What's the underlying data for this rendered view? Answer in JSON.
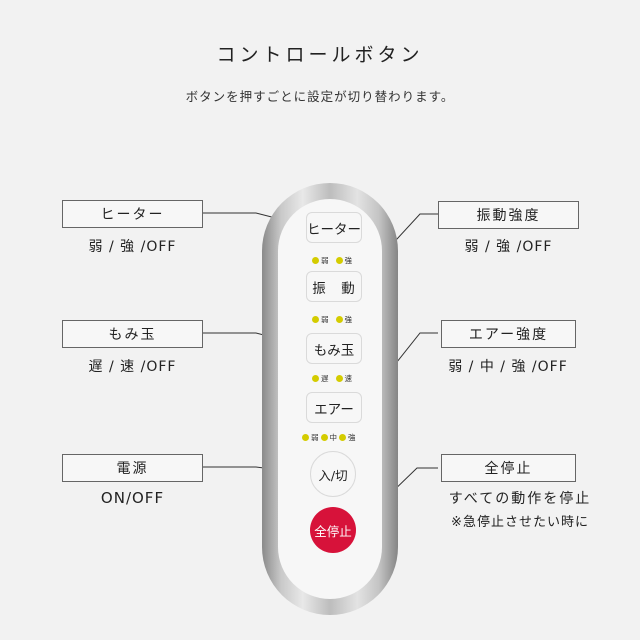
{
  "header": {
    "title": "コントロールボタン",
    "subtitle": "ボタンを押すごとに設定が切り替わります。"
  },
  "remote": {
    "buttons": [
      {
        "id": "heater",
        "label": "ヒーター"
      },
      {
        "id": "vibration",
        "label": "振　動"
      },
      {
        "id": "massage-ball",
        "label": "もみ玉"
      },
      {
        "id": "air",
        "label": "エアー"
      },
      {
        "id": "power",
        "label": "入/切"
      },
      {
        "id": "emergency-stop",
        "label": "全停止"
      }
    ],
    "indicators": {
      "heater": [
        "弱",
        "強"
      ],
      "vibration": [
        "弱",
        "強"
      ],
      "massage_ball": [
        "遅",
        "速"
      ],
      "air": [
        "弱",
        "中",
        "強"
      ]
    },
    "colors": {
      "led": "#d4cc00",
      "stop_button": "#d7123a",
      "frame": "#b0b0b0"
    }
  },
  "callouts": {
    "heater": {
      "label": "ヒーター",
      "desc": "弱 / 強 /OFF"
    },
    "vibration": {
      "label": "振動強度",
      "desc": "弱 / 強 /OFF"
    },
    "massage_ball": {
      "label": "もみ玉",
      "desc": "遅 / 速 /OFF"
    },
    "air": {
      "label": "エアー強度",
      "desc": "弱 / 中 / 強 /OFF"
    },
    "power": {
      "label": "電源",
      "desc": "ON/OFF"
    },
    "stop": {
      "label": "全停止",
      "desc": "すべての動作を停止",
      "note": "※急停止させたい時に"
    }
  }
}
